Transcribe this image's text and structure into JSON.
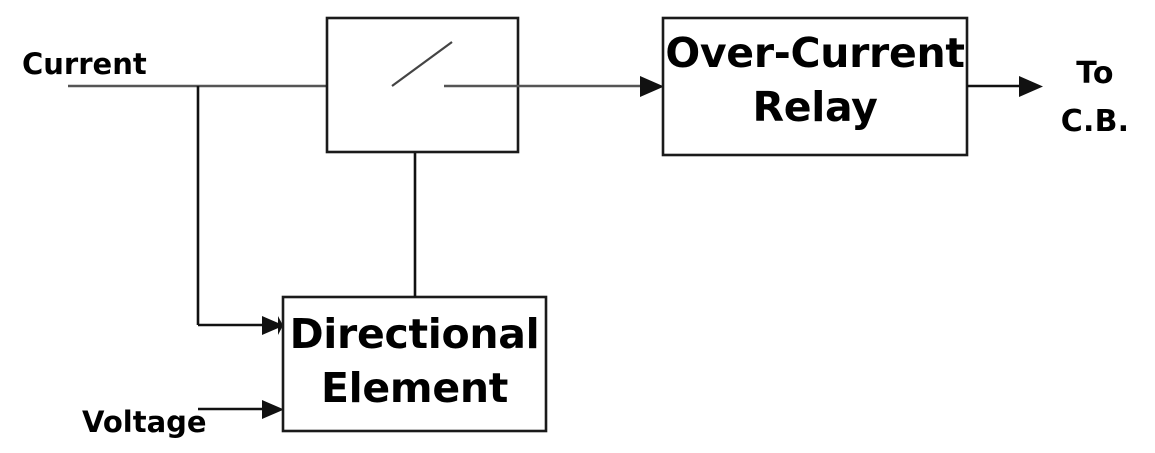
{
  "diagram": {
    "title": "Directional over-current relay block diagram",
    "background_color": "#ffffff",
    "line_color": "#555555",
    "box_border_color": "#1a1a1a",
    "text_color": "#000000"
  },
  "inputs": {
    "current_label": "Current",
    "voltage_label": "Voltage"
  },
  "blocks": {
    "switch": {
      "name": "directional-controlled-switch",
      "label": "",
      "icon": "spst-switch-symbol"
    },
    "over_current_relay": {
      "line1": "Over-Current",
      "line2": "Relay"
    },
    "directional_element": {
      "line1": "Directional",
      "line2": "Element"
    }
  },
  "outputs": {
    "to_cb_line1": "To",
    "to_cb_line2": "C.B."
  },
  "connections": [
    {
      "name": "current-to-switch",
      "from": "Current",
      "to": "switch",
      "arrow": false
    },
    {
      "name": "current-tap-to-directional-element",
      "from": "Current",
      "to": "Directional Element",
      "arrow": true
    },
    {
      "name": "directional-element-to-switch-actuator",
      "from": "Directional Element",
      "to": "switch",
      "arrow": true
    },
    {
      "name": "voltage-to-directional-element",
      "from": "Voltage",
      "to": "Directional Element",
      "arrow": true
    },
    {
      "name": "switch-to-over-current-relay",
      "from": "switch",
      "to": "Over-Current Relay",
      "arrow": true
    },
    {
      "name": "over-current-relay-to-cb",
      "from": "Over-Current Relay",
      "to": "To C.B.",
      "arrow": true
    }
  ]
}
